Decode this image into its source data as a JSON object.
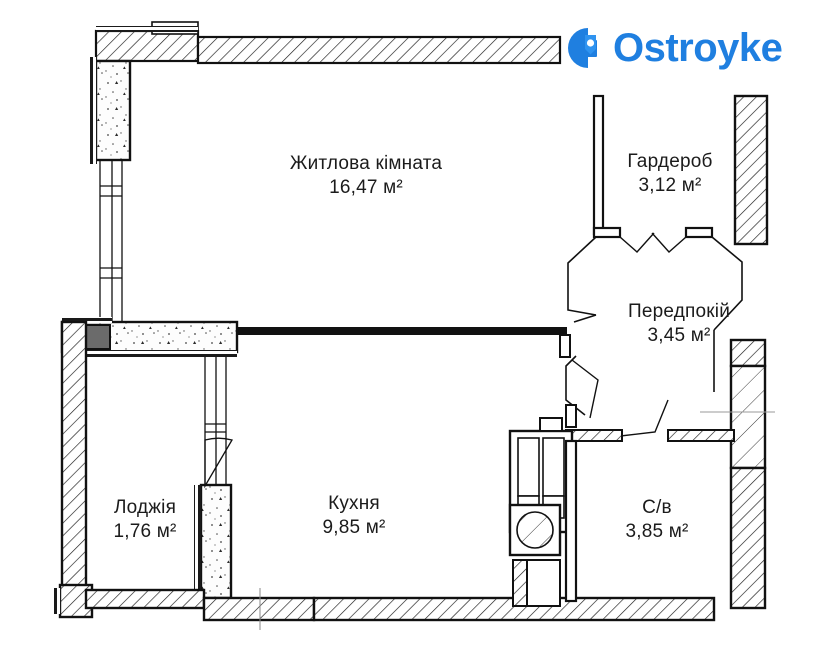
{
  "document": {
    "type": "apartment-floor-plan",
    "title": "Ostroyke floor plan"
  },
  "brand": {
    "name": "Ostroyke",
    "logo_icon": "location-pin-circle-icon",
    "color": "#1f7fe0"
  },
  "rooms": [
    {
      "id": "living-room",
      "name": "Житлова кімната",
      "area": "16,47 м²"
    },
    {
      "id": "wardrobe",
      "name": "Гардероб",
      "area": "3,12 м²"
    },
    {
      "id": "hallway",
      "name": "Передпокій",
      "area": "3,45 м²"
    },
    {
      "id": "loggia",
      "name": "Лоджія",
      "area": "1,76 м²"
    },
    {
      "id": "kitchen",
      "name": "Кухня",
      "area": "9,85 м²"
    },
    {
      "id": "bathroom",
      "name": "С/в",
      "area": "3,85 м²"
    }
  ],
  "colors": {
    "wall_stroke": "#111111",
    "wall_fill": "#ffffff",
    "hatch": "#1a1a1a",
    "column_fill": "#6b6b6b",
    "text": "#1b1b1b",
    "background": "#ffffff"
  }
}
